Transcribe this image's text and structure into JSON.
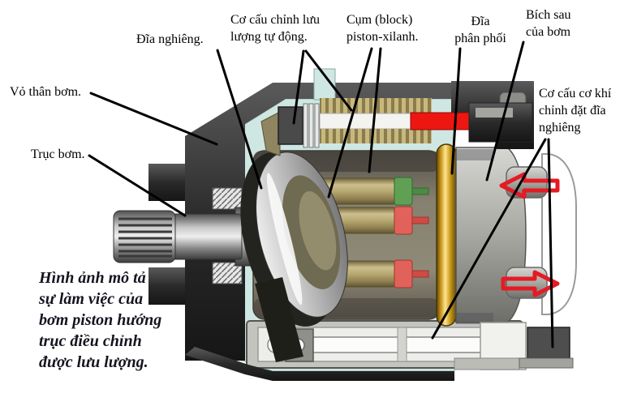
{
  "figure": {
    "type": "cutaway-diagram",
    "subject": "variable displacement axial piston pump",
    "background": "#ffffff"
  },
  "labels": {
    "vo_than_bom": {
      "line1": "Vỏ thân bơm."
    },
    "truc_bom": {
      "line1": "Trục bơm."
    },
    "dia_nghieng": {
      "line1": "Đĩa nghiêng."
    },
    "co_cau_chinh_luu": {
      "line1": "Cơ cấu chỉnh lưu",
      "line2": "lượng tự động."
    },
    "cum_block": {
      "line1": "Cụm (block)",
      "line2": "piston-xilanh."
    },
    "dia_phan_phoi": {
      "line1": "Đĩa",
      "line2": "phân phối"
    },
    "bich_sau": {
      "line1": "Bích sau",
      "line2": "của bơm"
    },
    "co_cau_co_khi": {
      "line1": "Cơ cấu cơ khí",
      "line2": "chỉnh đặt đĩa",
      "line3": "nghiêng"
    }
  },
  "caption": {
    "line1": "Hình ảnh mô tả",
    "line2": "sự làm việc của",
    "line3": "bơm piston hướng",
    "line4": "trục điều chỉnh",
    "line5": "được lưu lượng."
  },
  "colors": {
    "interior_cyan": "#cfe7e2",
    "housing_dark": "#262626",
    "piston_tan": "#b5a76f",
    "piston_tip_green": "#5fa055",
    "piston_tip_red": "#e0625a",
    "control_piston_red": "#ee1611",
    "valve_plate_gold": "#d4a017",
    "flow_arrow_red": "#e51b24",
    "leader_line_black": "#000000",
    "caption_text": "#14141f"
  },
  "arrows": {
    "top_flow_arrow_direction": "left",
    "bottom_flow_arrow_direction": "right"
  }
}
